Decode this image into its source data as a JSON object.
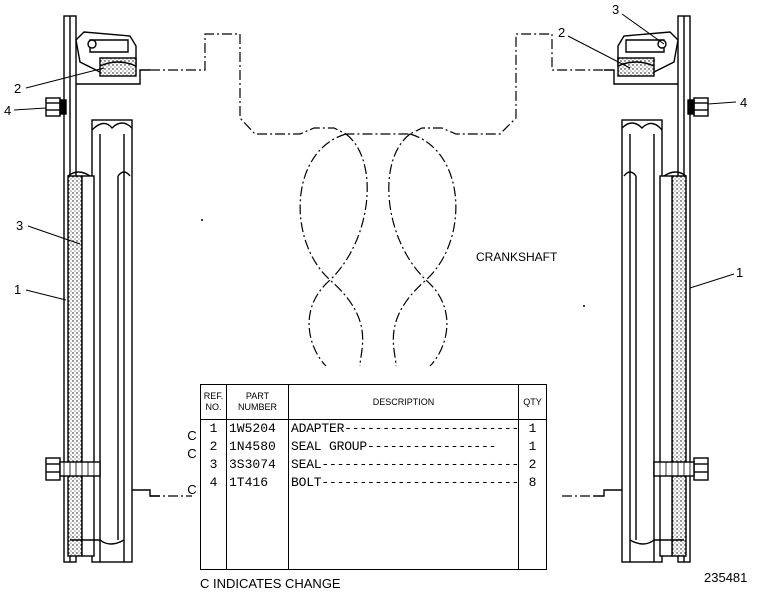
{
  "diagram": {
    "crankshaft_label": "CRANKSHAFT",
    "figure_number": "235481",
    "callouts_left": [
      "2",
      "4",
      "3",
      "1"
    ],
    "callouts_right": [
      "3",
      "2",
      "4",
      "1"
    ]
  },
  "parts_table": {
    "headers": {
      "ref": "REF. NO.",
      "part": "PART NUMBER",
      "description": "DESCRIPTION",
      "qty": "QTY"
    },
    "rows": [
      {
        "change": "C",
        "ref": "1",
        "part": "1W5204",
        "description": "ADAPTER-----------------------",
        "qty": "1"
      },
      {
        "change": "C",
        "ref": "2",
        "part": "1N4580",
        "description": "SEAL GROUP-----------------",
        "qty": "1"
      },
      {
        "change": "",
        "ref": "3",
        "part": "3S3074",
        "description": "SEAL---------------------------",
        "qty": "2"
      },
      {
        "change": "C",
        "ref": "4",
        "part": "1T416",
        "description": "BOLT----------------------------",
        "qty": "8"
      }
    ],
    "footnote": "C INDICATES CHANGE"
  }
}
